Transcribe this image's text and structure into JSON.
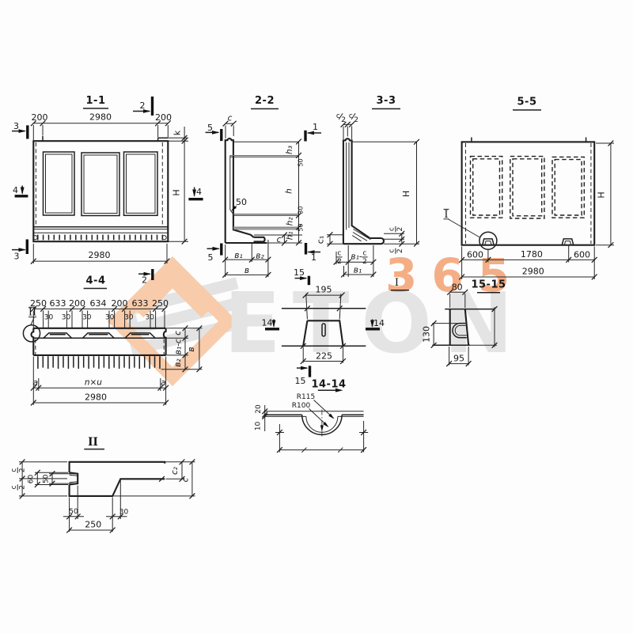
{
  "document": {
    "type": "technical-drawing",
    "background": "#ffffff",
    "ink": "#1c1c1c"
  },
  "watermark": {
    "brand": "ETON",
    "number": "365",
    "orange": "#f3a87c",
    "peach": "#f8c8a6",
    "gray": "#e3e3e3"
  },
  "v11": {
    "title": "1-1",
    "mark2": "2",
    "mark3_top": "3",
    "mark3_bot": "3",
    "mark4_left": "4",
    "mark4_right": "4",
    "dim_200_left": "200",
    "dim_2980_top": "2980",
    "dim_200_right": "200",
    "dim_k": "k",
    "dim_H": "H",
    "dim_2980_bottom": "2980"
  },
  "v22": {
    "title": "2-2",
    "dim_c_top": "c",
    "mark5_top": "5",
    "mark5_bot": "5",
    "mark1_top": "1",
    "mark1_bot": "1",
    "leader_50": "50",
    "dim_h3": "h₃",
    "dim_50_upper": "50",
    "dim_h": "h",
    "dim_30": "30",
    "dim_h2": "h₂",
    "dim_50_lower": "50",
    "dim_h1": "h₁",
    "dim_c_toe": "c",
    "dim_b1": "в₁",
    "dim_b2": "в₂",
    "dim_b": "в"
  },
  "v33": {
    "title": "3-3",
    "frac_c": "c",
    "frac_2": "2",
    "dim_H": "H",
    "dim_c1": "c₁",
    "dim_b1_minus": "в₁-",
    "dim_b1": "в₁"
  },
  "v55": {
    "title": "5-5",
    "detail_I": "I",
    "dim_600_left": "600",
    "dim_1780": "1780",
    "dim_600_right": "600",
    "dim_2980": "2980",
    "dim_H": "H"
  },
  "v44": {
    "title": "4-4",
    "mark2": "2",
    "detail_II": "II",
    "top_dims": [
      "250",
      "633",
      "200",
      "634",
      "200",
      "633",
      "250"
    ],
    "dims_30": [
      "30",
      "30",
      "30",
      "30",
      "30",
      "30"
    ],
    "dim_c": "c",
    "dim_b1c": "в₁-c",
    "dim_b2": "в₂",
    "dim_b": "в",
    "dim_a_left": "a",
    "dim_nxu": "n×u",
    "dim_a_right": "a",
    "dim_2980": "2980"
  },
  "vI": {
    "label": "I",
    "dim_195": "195",
    "dim_225": "225",
    "mark14_left": "14",
    "mark14_right": "14",
    "mark15_top": "15",
    "mark15_bot": "15"
  },
  "v1515": {
    "title": "15-15",
    "dim_80": "80",
    "dim_130": "130",
    "dim_95": "95"
  },
  "v1414": {
    "title": "14-14",
    "dim_R115": "R115",
    "dim_R100": "R100",
    "dim_20": "20",
    "dim_10": "10"
  },
  "vII": {
    "title": "II",
    "frac_c": "c",
    "frac_2": "2",
    "dim_60": "60",
    "dim_50_v": "50",
    "dim_c2": "c₂",
    "dim_c": "c",
    "dim_50_b": "50",
    "dim_30": "30",
    "dim_250": "250"
  }
}
